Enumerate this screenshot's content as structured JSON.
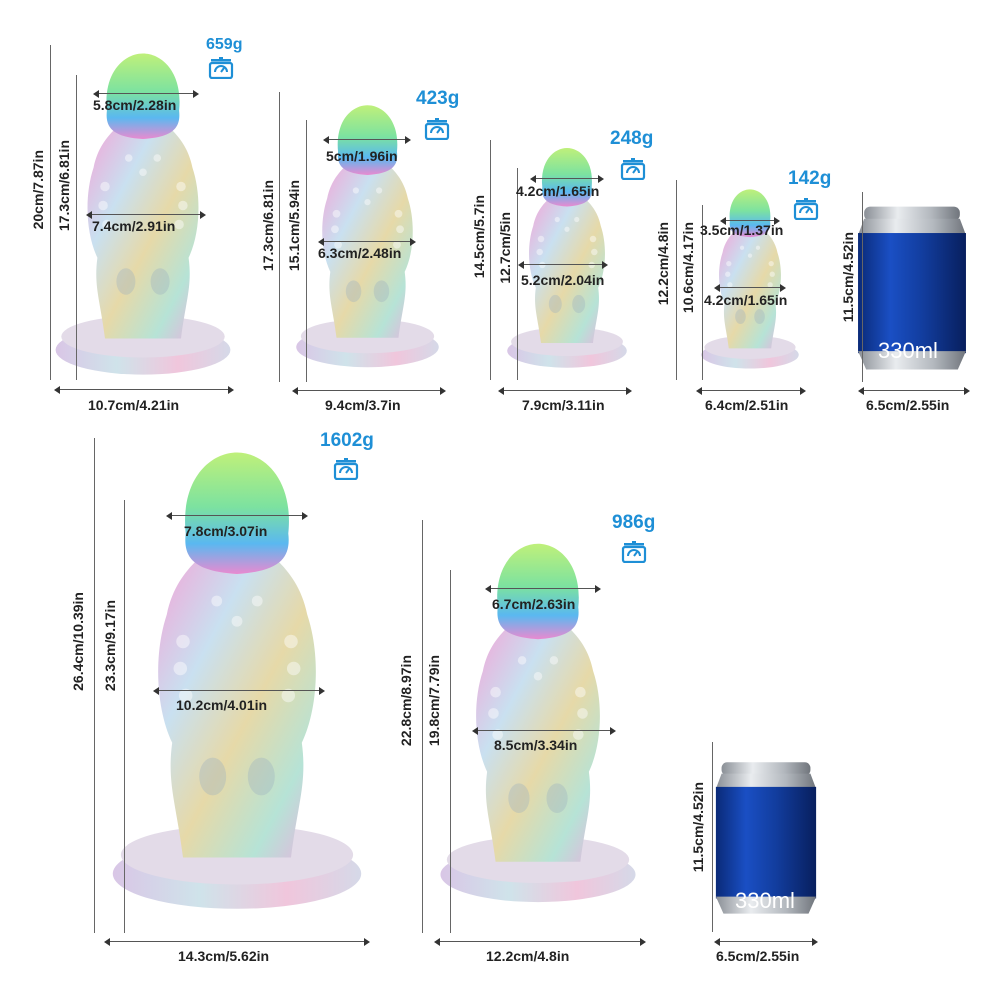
{
  "colors": {
    "weight": "#1e8fd6",
    "can_blue": "#123d9e",
    "text": "#222222"
  },
  "icons": {
    "scale": "scale-icon"
  },
  "products": [
    {
      "weight": "659g",
      "total_height": "20cm/7.87in",
      "insertable_height": "17.3cm/6.81in",
      "tip_width": "5.8cm/2.28in",
      "mid_width": "7.4cm/2.91in",
      "base_width": "10.7cm/4.21in"
    },
    {
      "weight": "423g",
      "total_height": "17.3cm/6.81in",
      "insertable_height": "15.1cm/5.94in",
      "tip_width": "5cm/1.96in",
      "mid_width": "6.3cm/2.48in",
      "base_width": "9.4cm/3.7in"
    },
    {
      "weight": "248g",
      "total_height": "14.5cm/5.7in",
      "insertable_height": "12.7cm/5in",
      "tip_width": "4.2cm/1.65in",
      "mid_width": "5.2cm/2.04in",
      "base_width": "7.9cm/3.11in"
    },
    {
      "weight": "142g",
      "total_height": "12.2cm/4.8in",
      "insertable_height": "10.6cm/4.17in",
      "tip_width": "3.5cm/1.37in",
      "mid_width": "4.2cm/1.65in",
      "base_width": "6.4cm/2.51in"
    },
    {
      "weight": "1602g",
      "total_height": "26.4cm/10.39in",
      "insertable_height": "23.3cm/9.17in",
      "tip_width": "7.8cm/3.07in",
      "mid_width": "10.2cm/4.01in",
      "base_width": "14.3cm/5.62in"
    },
    {
      "weight": "986g",
      "total_height": "22.8cm/8.97in",
      "insertable_height": "19.8cm/7.79in",
      "tip_width": "6.7cm/2.63in",
      "mid_width": "8.5cm/3.34in",
      "base_width": "12.2cm/4.8in"
    }
  ],
  "cans": [
    {
      "label": "330ml",
      "height": "11.5cm/4.52in",
      "width": "6.5cm/2.55in"
    },
    {
      "label": "330ml",
      "height": "11.5cm/4.52in",
      "width": "6.5cm/2.55in"
    }
  ]
}
